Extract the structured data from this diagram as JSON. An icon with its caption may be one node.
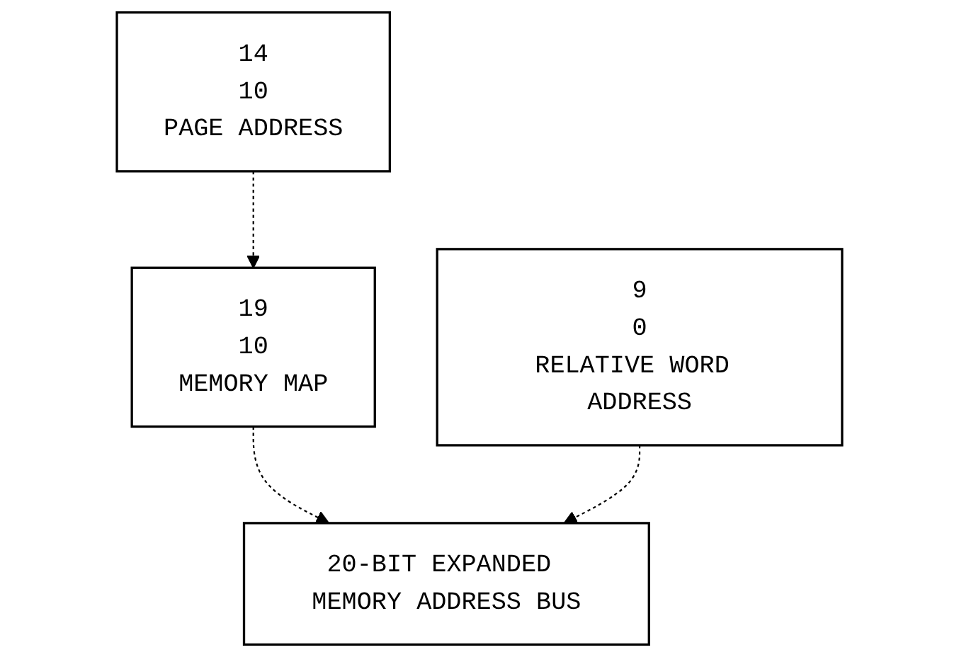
{
  "diagram": {
    "nodes": [
      {
        "text": [
          "14",
          "10",
          "PAGE ADDRESS"
        ]
      },
      {
        "text": [
          "9",
          "0",
          "RELATIVE WORD ADDRESS"
        ]
      },
      {
        "text": [
          "19",
          "10",
          "MEMORY MAP"
        ]
      },
      {
        "text": [
          "20-BIT EXPANDED MEMORY ADDRESS BUS"
        ]
      }
    ],
    "edges": [
      {
        "from": 0,
        "to": 2,
        "arrow": "to",
        "style": "dashed"
      },
      {
        "from": 2,
        "to": 3,
        "arrow": "to",
        "style": "dashed"
      },
      {
        "from": 1,
        "to": 3,
        "arrow": "to",
        "style": "dashed"
      }
    ]
  }
}
